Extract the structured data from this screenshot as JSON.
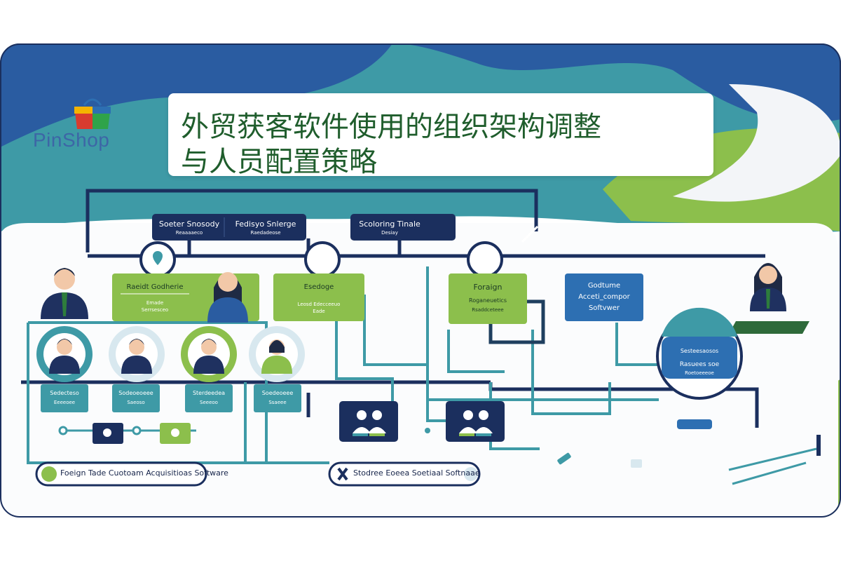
{
  "brand": {
    "name": "PinShop"
  },
  "title": {
    "line1": "外贸获客软件使用的组织架构调整",
    "line2": "与人员配置策略"
  },
  "top_boxes": [
    {
      "line1": "Soeter Snosody",
      "line2": "Reaaaaeco"
    },
    {
      "line1": "Fedisyo Snlerge",
      "line2": "Raedadeose"
    },
    {
      "line1": "Scoloring Tinale",
      "line2": "Desiay"
    }
  ],
  "green_boxes": [
    {
      "line1": "Raeidt Godherie",
      "line2": "Emade",
      "line3": "Serrsesceo"
    },
    {
      "line1": "Esedoge",
      "line2": "Leosd Edecceeuo",
      "line3": "Eade"
    },
    {
      "line1": "Foraign",
      "line2": "Roganeuetics",
      "line3": "Rsaddceteee"
    }
  ],
  "blue_box": {
    "line1": "Godtume",
    "line2": "Acceti_compor",
    "line3": "Softvwer"
  },
  "circle_badge": {
    "line1": "Sesteesaosos",
    "line2": "Rasuees soe",
    "line3": "Roetoeeeoe"
  },
  "team_labels": [
    {
      "line1": "Sedecteso",
      "line2": "Eeeeoee"
    },
    {
      "line1": "Sodeoeoeee",
      "line2": "Saeoso"
    },
    {
      "line1": "Sterdeedea",
      "line2": "Seeeoo"
    },
    {
      "line1": "Soedeoeee",
      "line2": "Ssaeee"
    }
  ],
  "bottom_pills": [
    {
      "label": "Foeign Tade Cuotoam Acquisitioas Software"
    },
    {
      "label": "Stodree Eoeea Soetiaal Softnaae"
    }
  ],
  "colors": {
    "navy": "#1b2f5e",
    "teal": "#3e9aa6",
    "green": "#8cbf4c",
    "blue": "#2d6fb2",
    "title_green": "#1f5d2c"
  }
}
